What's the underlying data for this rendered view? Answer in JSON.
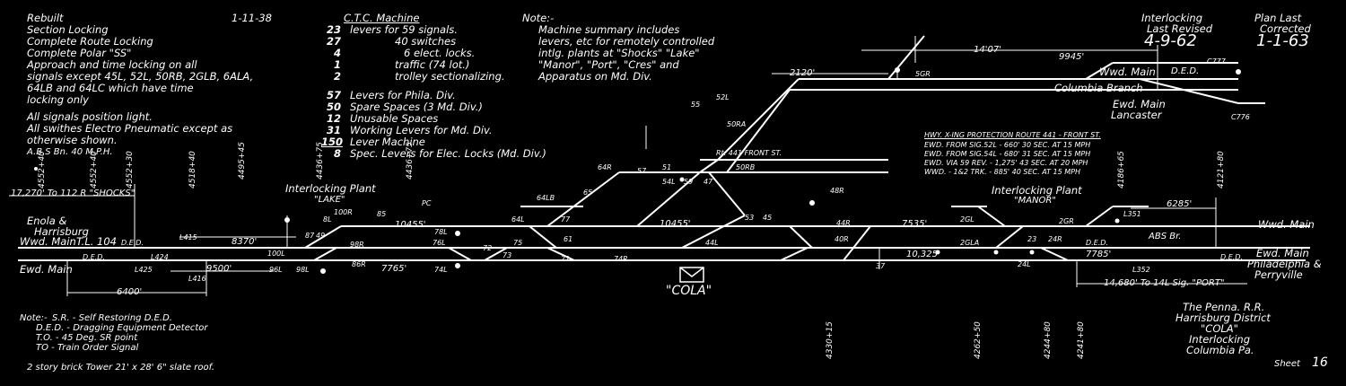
{
  "notes_left": {
    "rebuilt_label": "Rebuilt",
    "rebuilt_date": "1-11-38",
    "section_locking": "Section Locking",
    "complete_route_locking": "Complete Route Locking",
    "complete_polar": "Complete Polar \"SS\"",
    "approach_1": "Approach and time locking on all",
    "approach_2": "signals except 45L, 52L, 50RB, 2GLB, 6ALA,",
    "approach_3": "64LB and 64LC which have time",
    "approach_4": "locking only",
    "signals_1": "All signals position light.",
    "signals_2": "All swithes Electro Pneumatic except as",
    "signals_3": "otherwise shown.",
    "abs": "A.B.S Bn. 40 M.P.H."
  },
  "ctc": {
    "title": "C.T.C. Machine",
    "rows": [
      {
        "n": "23",
        "text": "levers for 59 signals."
      },
      {
        "n": "27",
        "text": "40 switches"
      },
      {
        "n": "4",
        "text": "6 elect. locks."
      },
      {
        "n": "1",
        "text": "traffic (74 lot.)"
      },
      {
        "n": "2",
        "text": "trolley sectionalizing."
      }
    ],
    "rows2": [
      {
        "n": "57",
        "text": "Levers for Phila. Div."
      },
      {
        "n": "50",
        "text": "Spare Spaces (3 Md. Div.)"
      },
      {
        "n": "12",
        "text": "Unusable Spaces"
      },
      {
        "n": "31",
        "text": "Working Levers for Md. Div."
      },
      {
        "n": "150",
        "text": "Lever Machine"
      },
      {
        "n": "8",
        "text": "Spec. Levers for Elec. Locks (Md. Div.)"
      }
    ]
  },
  "note_top": {
    "title": "Note:-",
    "l1": "Machine summary includes",
    "l2": "levers, etc for remotely controlled",
    "l3": "intlg. plants at \"Shocks\" \"Lake\"",
    "l4": "\"Manor\", \"Port\", \"Cres\" and",
    "l5": "Apparatus on Md. Div."
  },
  "revision": {
    "title1": "Interlocking",
    "title2": "Last Revised",
    "date": "4-9-62",
    "plan1": "Plan Last",
    "plan2": "Corrected",
    "plan_date": "1-1-63"
  },
  "hwy": {
    "title": "HWY. X-ING PROTECTION ROUTE 441 - FRONT ST.",
    "l1": "EWD. FROM SIG.52L -  660'  30 SEC. AT 15 MPH",
    "l2": "EWD. FROM SIG.54L -  680'  31 SEC. AT 15 MPH",
    "l3": "EWD. VIA 59 REV.  - 1,275'  43 SEC. AT 20 MPH",
    "l4": "WWD. - 1&2 TRK.   -  885'  40 SEC. AT 15 MPH"
  },
  "places": {
    "lake_plant": "Interlocking Plant",
    "lake_name": "\"LAKE\"",
    "manor_plant": "Interlocking Plant",
    "manor_name": "\"MANOR\"",
    "cola": "\"COLA\"",
    "enola": "Enola &",
    "harrisburg": "Harrisburg",
    "wwd_main_left": "Wwd. Main",
    "tl": "T.L. 104",
    "ewd_main_left": "Ewd. Main",
    "wwd_main_right": "Wwd. Main",
    "ewd_main_right": "Ewd. Main",
    "philadelphia": "Philadelphia &",
    "perryville": "Perryville",
    "columbia_branch": "Columbia Branch",
    "wwd_main_top": "Wwd. Main",
    "ewd_main_lancaster": "Ewd. Main",
    "lancaster": "Lancaster",
    "front_st": "Rt. 441 FRONT ST.",
    "abs_br": "ABS Br."
  },
  "dims": {
    "d1": "17,270' To 112 R \"SHOCKS\"",
    "d2": "8370'",
    "d3": "6400'",
    "d4": "9500'",
    "d5": "10455'",
    "d6": "7765'",
    "d7": "10455'",
    "d8": "10,325'",
    "d9": "7535'",
    "d10": "6285'",
    "d11": "7785'",
    "d12": "14,680' To 14L Sig. \"PORT\"",
    "d13": "2120'",
    "d14": "9945'",
    "d15": "14'07'"
  },
  "mileposts": [
    "4552+40",
    "4552+40",
    "4552+30",
    "4518+40",
    "4495+45",
    "4436+75",
    "4436+75",
    "4330+15",
    "4262+50",
    "4244+80",
    "4241+80",
    "4186+65",
    "4121+80"
  ],
  "levers": [
    "100R",
    "85",
    "PC",
    "8L",
    "100L",
    "87",
    "49",
    "98R",
    "86R",
    "96L",
    "98L",
    "76L",
    "78L",
    "74L",
    "72",
    "73",
    "75",
    "71",
    "77",
    "64L",
    "64LB",
    "64R",
    "65",
    "61",
    "55",
    "57",
    "54L",
    "59",
    "47",
    "50RB",
    "50RA",
    "51",
    "53",
    "45",
    "52L",
    "74R",
    "44L",
    "48R",
    "40R",
    "44R",
    "37",
    "24L",
    "23",
    "2GL",
    "2GLA",
    "24R",
    "2GR",
    "L351",
    "L352",
    "5GR",
    "C777",
    "C776",
    "L415",
    "L416",
    "L424",
    "L425"
  ],
  "legend": {
    "title": "Note:-",
    "l1": "S.R. - Self Restoring D.E.D.",
    "l2": "D.E.D. - Dragging Equipment Detector",
    "l3": "T.O. - 45 Deg. SR point",
    "l4": "TO  - Train Order Signal",
    "tower": "2 story brick Tower  21' x 28' 6\"  slate roof."
  },
  "title_block": {
    "l1": "The Penna. R.R.",
    "l2": "Harrisburg District",
    "l3": "\"COLA\"",
    "l4": "Interlocking",
    "l5": "Columbia Pa.",
    "sheet_label": "Sheet",
    "sheet_no": "16"
  },
  "ded": [
    "D.E.D.",
    "D.E.D.",
    "D.E.D.",
    "D.E.D.",
    "D.E.D."
  ]
}
